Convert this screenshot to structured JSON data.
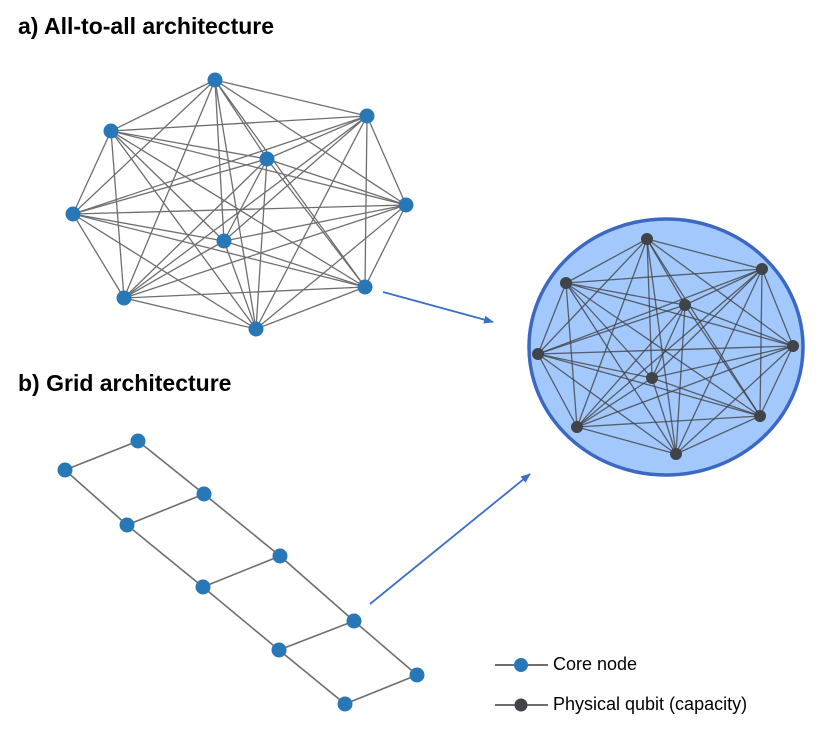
{
  "panel_a": {
    "title": "a) All-to-all architecture"
  },
  "panel_b": {
    "title": "b) Grid architecture"
  },
  "legend": {
    "core_node": "Core node",
    "physical_qubit": "Physical qubit (capacity)"
  },
  "colors": {
    "core_node": "#2878b8",
    "physical_qubit": "#404448",
    "edge": "#6e6e6e",
    "arrow": "#3a6fc4",
    "capacity_fill": "#a3c8fb",
    "capacity_border": "#3b68c2"
  }
}
